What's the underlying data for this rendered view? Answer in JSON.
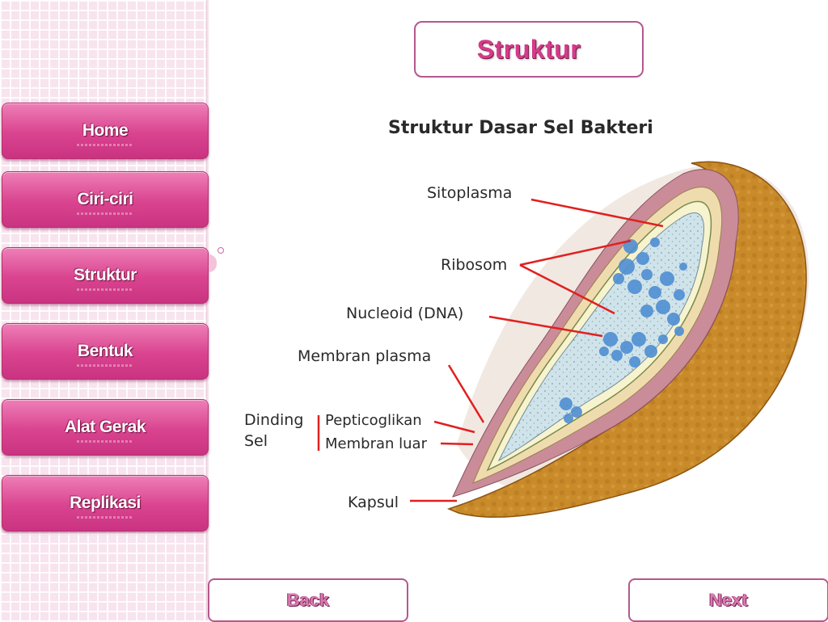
{
  "nav": {
    "items": [
      {
        "label": "Home"
      },
      {
        "label": "Ciri-ciri"
      },
      {
        "label": "Struktur"
      },
      {
        "label": "Bentuk"
      },
      {
        "label": "Alat Gerak"
      },
      {
        "label": "Replikasi"
      }
    ]
  },
  "page": {
    "title": "Struktur"
  },
  "diagram": {
    "heading": "Struktur Dasar Sel Bakteri",
    "labels": {
      "sitoplasma": "Sitoplasma",
      "ribosom": "Ribosom",
      "nucleoid": "Nucleoid (DNA)",
      "membran_plasma": "Membran plasma",
      "dinding": "Dinding",
      "sel": "Sel",
      "pepticoglikan": "Pepticoglikan",
      "membran_luar": "Membran luar",
      "kapsul": "Kapsul"
    },
    "colors": {
      "capsule": "#c98a2a",
      "cytoplasm": "#cfe3ea",
      "ribosome": "#4f8ed3",
      "pointer": "#e02020"
    }
  },
  "footer": {
    "back_label": "Back",
    "next_label": "Next"
  }
}
